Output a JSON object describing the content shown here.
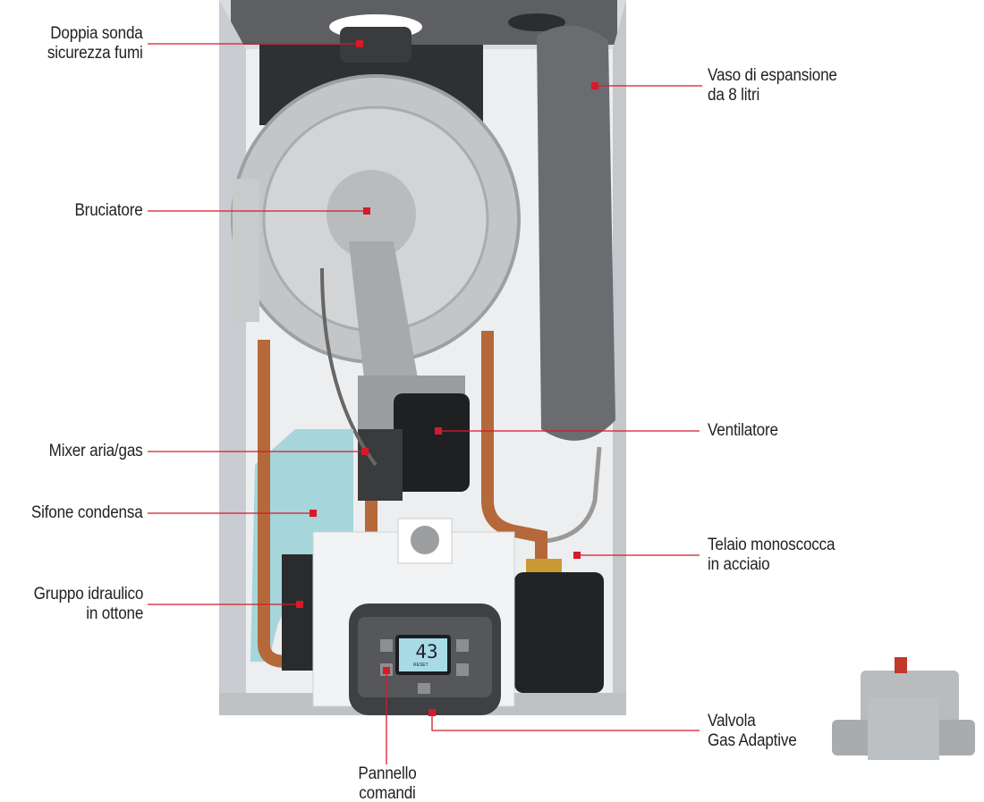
{
  "labels": {
    "flue_sensor": "Doppia sonda\nsicurezza fumi",
    "burner": "Bruciatore",
    "mixer": "Mixer aria/gas",
    "siphon": "Sifone condensa",
    "hydraulic": "Gruppo idraulico\nin ottone",
    "expansion_vessel": "Vaso di espansione\nda 8 litri",
    "fan": "Ventilatore",
    "frame": "Telaio monoscocca\nin acciaio",
    "gas_valve": "Valvola\nGas Adaptive",
    "control_panel": "Pannello\ncomandi"
  },
  "display": {
    "value": "43",
    "reset": "RESET"
  },
  "colors": {
    "leader": "#d7192a",
    "casing": "#e6e8ea",
    "top": "#5b5d60",
    "copper": "#b86a3a",
    "panel": "#4a4c4f",
    "lcd": "#a8dbe6"
  }
}
